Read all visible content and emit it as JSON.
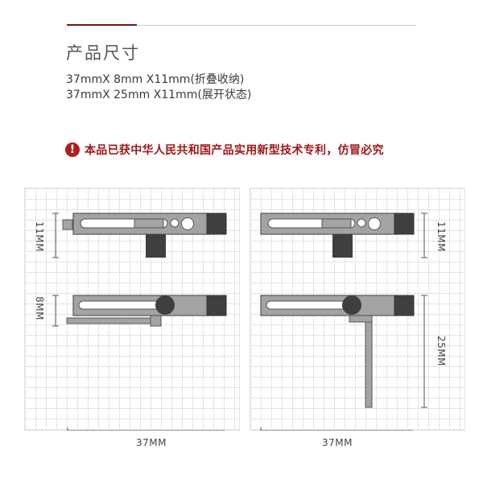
{
  "section_title": "产品尺寸",
  "specs": {
    "folded": "37mmX 8mm X11mm(折叠收纳)",
    "expanded": "37mmX 25mm X11mm(展开状态)"
  },
  "notice": {
    "icon_glyph": "!",
    "icon": "warning-icon",
    "text": "本品已获中华人民共和国产品实用新型技术专利，仿冒必究",
    "color": "#a01818"
  },
  "dimensions": {
    "left_height_top": "11MM",
    "left_height_bottom": "8MM",
    "left_width": "37MM",
    "right_height_top": "11MM",
    "right_height_bottom": "25MM",
    "right_width": "37MM"
  },
  "colors": {
    "body": "#a3a3a3",
    "dark": "#3f3f3f",
    "outline": "#555555",
    "accent": "#7a1616"
  }
}
